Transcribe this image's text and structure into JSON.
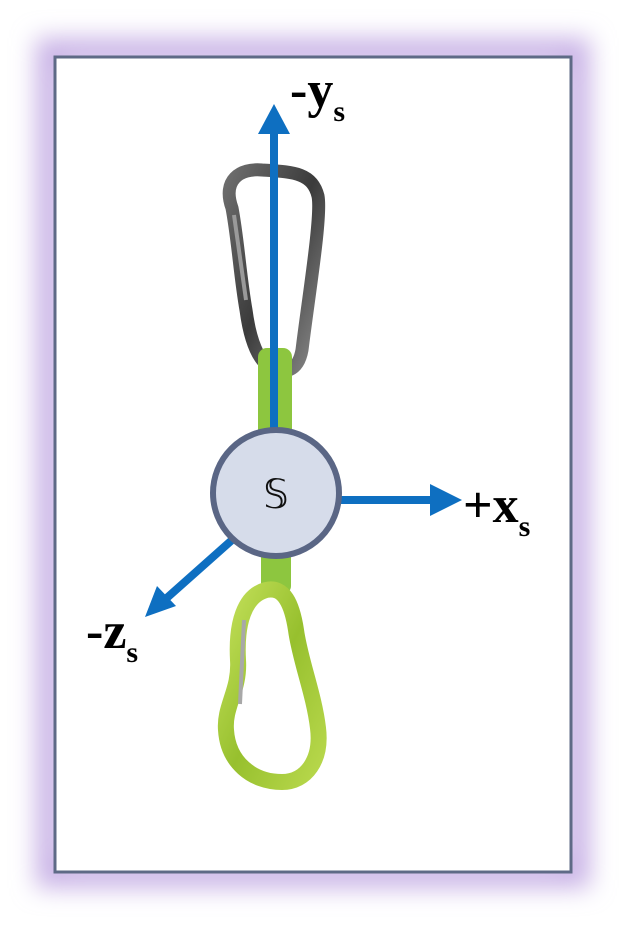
{
  "diagram": {
    "center_symbol": "𝕊",
    "axes": {
      "y": {
        "sign": "-",
        "letter": "y",
        "subscript": "s"
      },
      "x": {
        "sign": "+",
        "letter": "x",
        "subscript": "s"
      },
      "z": {
        "sign": "-",
        "letter": "z",
        "subscript": "s"
      }
    },
    "colors": {
      "arrow": "#0E6FC1",
      "frame_border": "#5E6A86",
      "frame_glow": "#C9B3E6",
      "center_fill": "#D6DCEA",
      "center_stroke": "#5A6685",
      "sling_green": "#8DC63F",
      "carabiner_top": "#4A4A4A",
      "carabiner_bottom": "#A4CC3A"
    }
  }
}
